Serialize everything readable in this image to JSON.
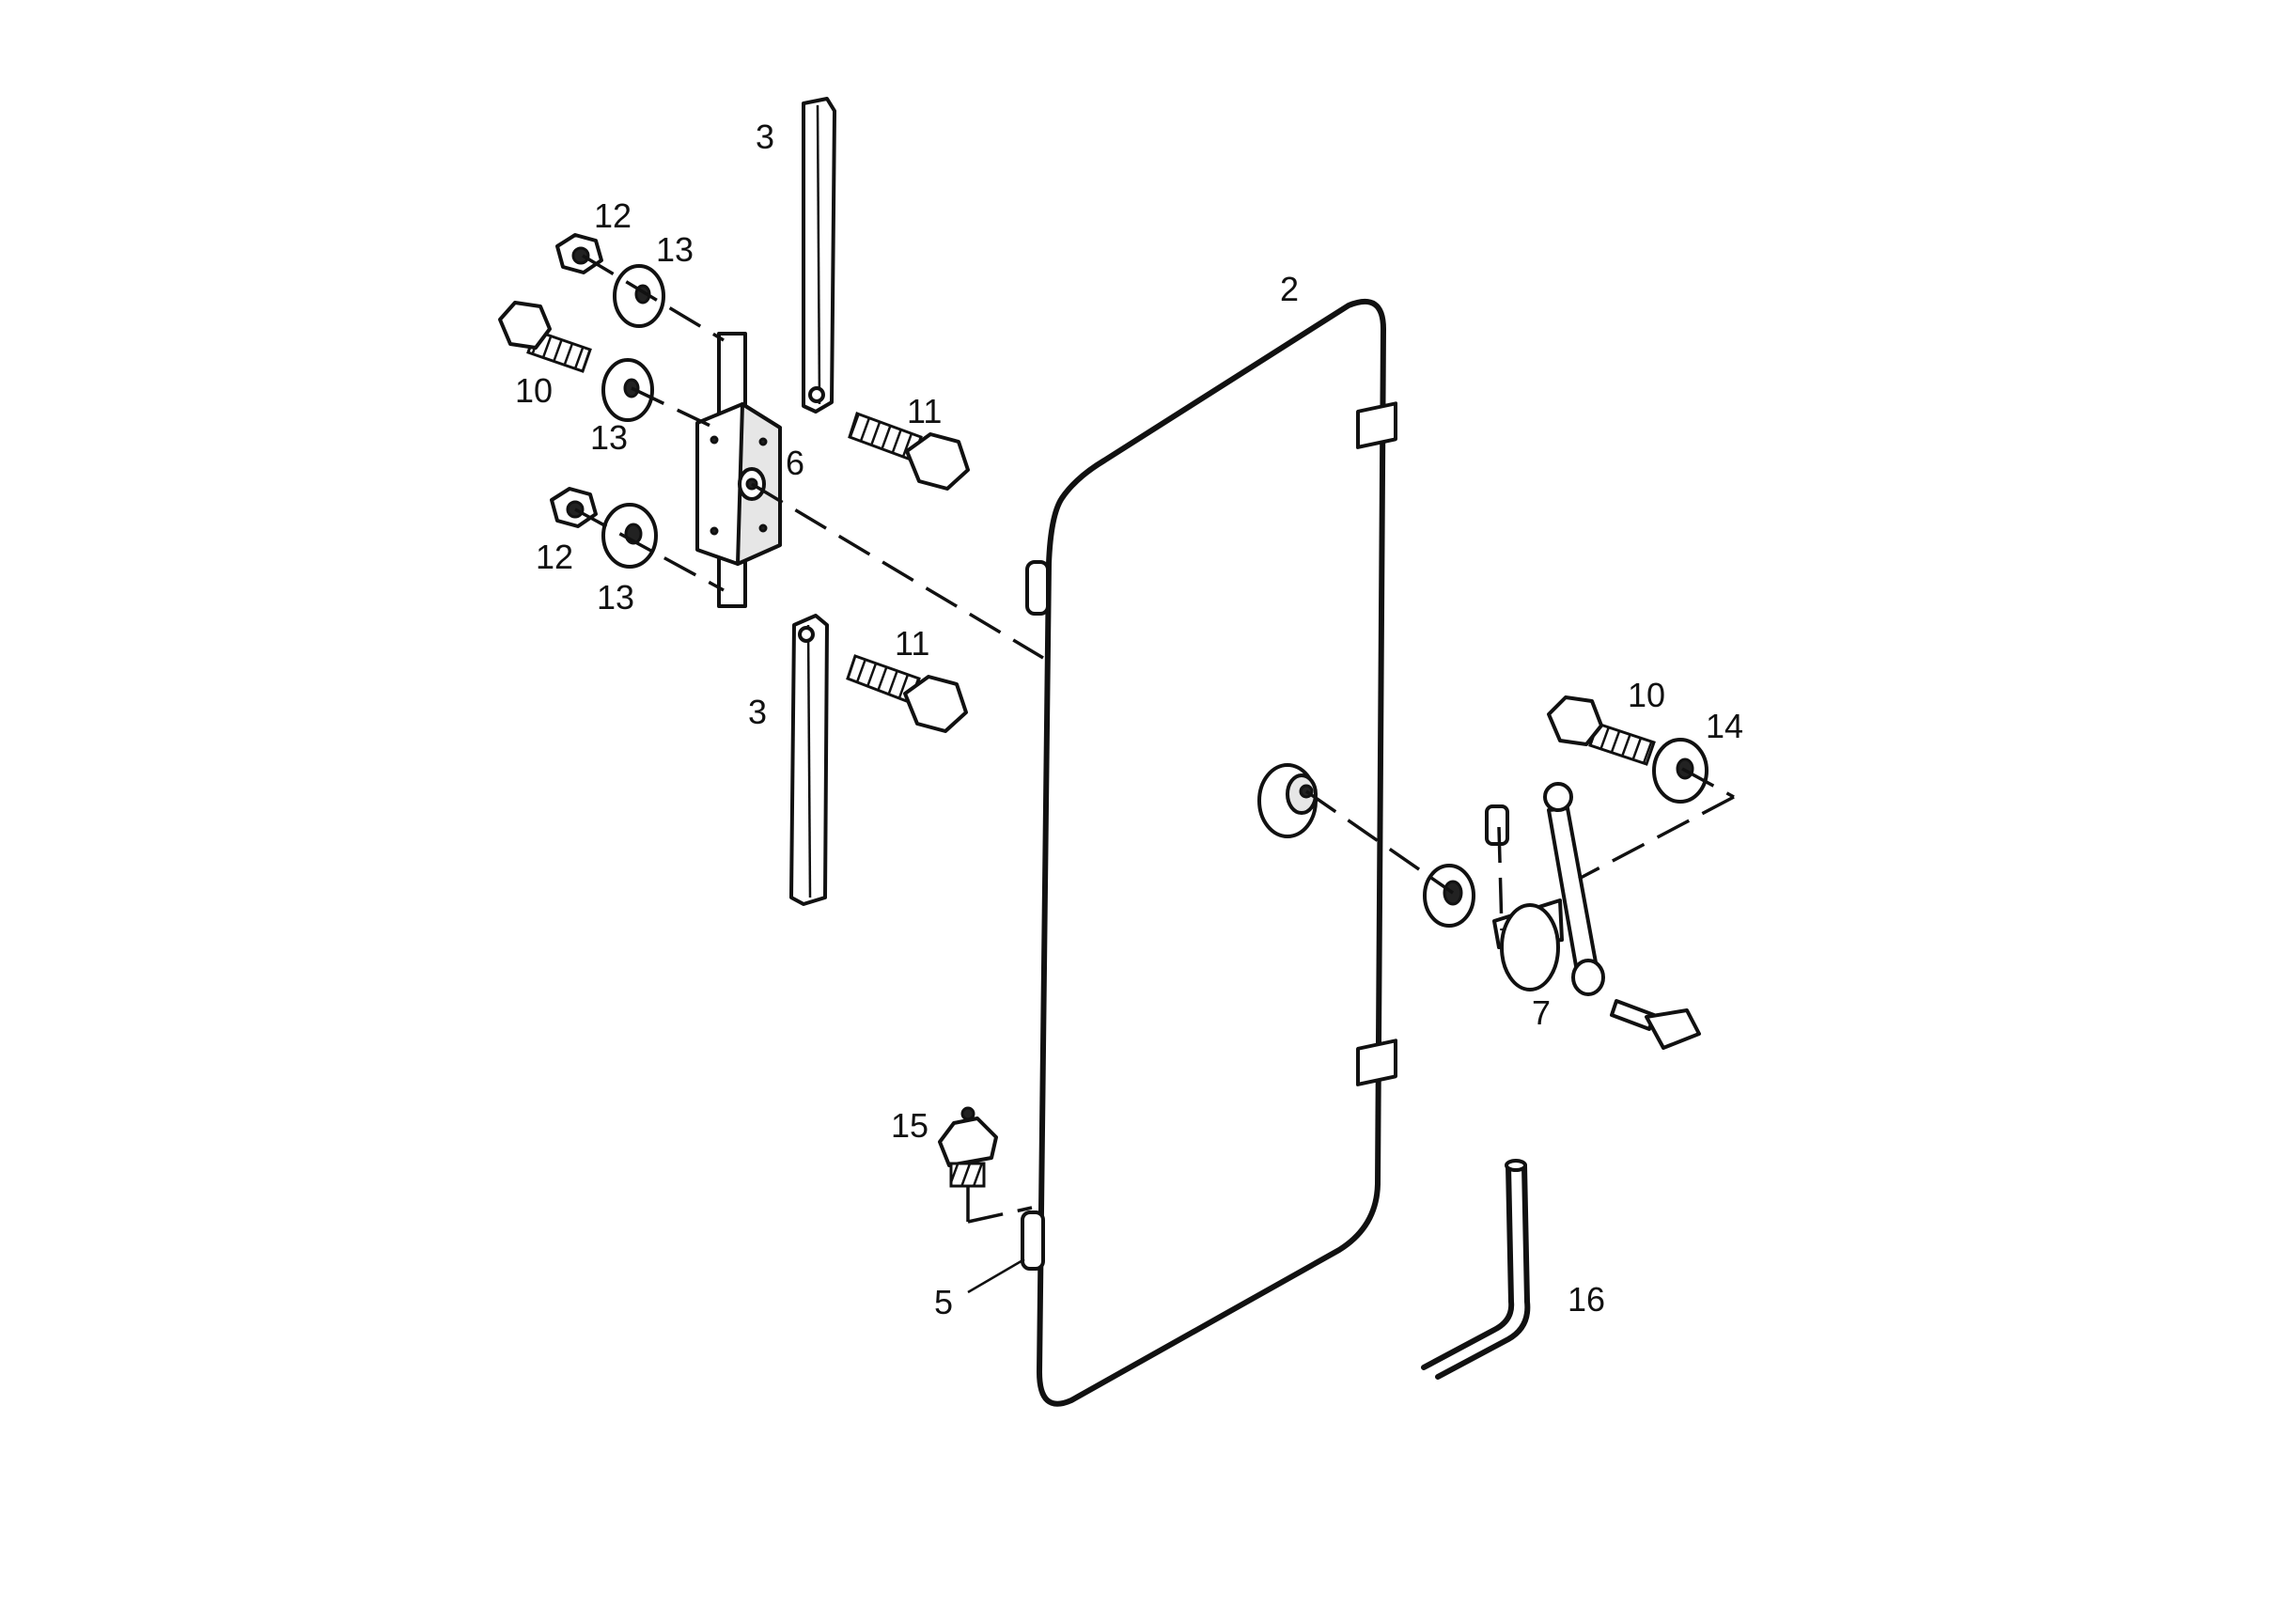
{
  "labels": {
    "l2": "2",
    "l3_top": "3",
    "l3_bottom": "3",
    "l5": "5",
    "l6": "6",
    "l7": "7",
    "l10_left": "10",
    "l10_right": "10",
    "l11_top": "11",
    "l11_bottom": "11",
    "l12_top": "12",
    "l12_bottom": "12",
    "l13_top": "13",
    "l13_middle": "13",
    "l13_bottom": "13",
    "l14": "14",
    "l15": "15",
    "l16": "16"
  }
}
